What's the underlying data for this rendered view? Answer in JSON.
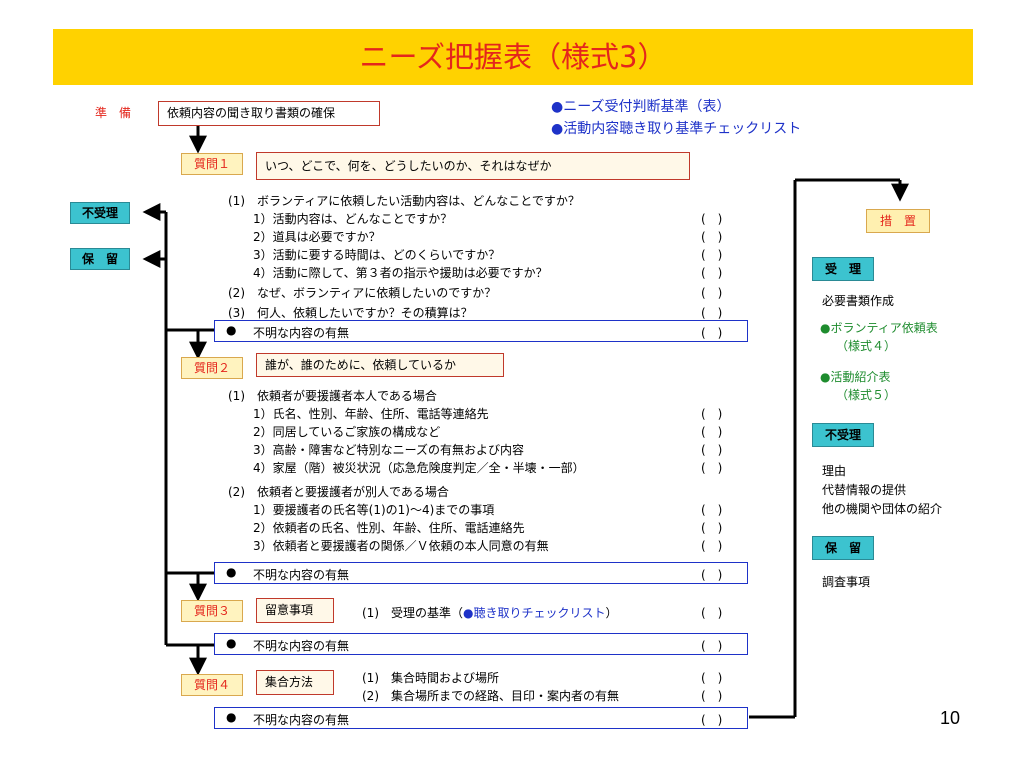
{
  "title": "ニーズ把握表（様式3）",
  "prep_label": "準　備",
  "prep_box": "依頼内容の聞き取り書類の確保",
  "refs": [
    "●ニーズ受付判断基準（表）",
    "●活動内容聴き取り基準チェックリスト"
  ],
  "paren": "(　)",
  "left_badges": {
    "reject": "不受理",
    "hold": "保　留"
  },
  "q1": {
    "label": "質問１",
    "box": "いつ、どこで、何を、どうしたいのか、それはなぜか",
    "lines": [
      "(1)　ボランティアに依頼したい活動内容は、どんなことですか？",
      "1）活動内容は、どんなことですか？",
      "2）道具は必要ですか？",
      "3）活動に要する時間は、どのくらいですか？",
      "4）活動に際して、第３者の指示や援助は必要ですか？",
      "(2)　なぜ、ボランティアに依頼したいのですか？",
      "(3)　何人、依頼したいですか？その積算は？"
    ],
    "unclear": "不明な内容の有無"
  },
  "q2": {
    "label": "質問２",
    "box": "誰が、誰のために、依頼しているか",
    "lines": [
      "(1)　依頼者が要援護者本人である場合",
      "1）氏名、性別、年齢、住所、電話等連絡先",
      "2）同居しているご家族の構成など",
      "3）高齢・障害など特別なニーズの有無および内容",
      "4）家屋（階）被災状況（応急危険度判定／全・半壊・一部）",
      "(2)　依頼者と要援護者が別人である場合",
      "1）要援護者の氏名等(1)の1)～4)までの事項",
      "2）依頼者の氏名、性別、年齢、住所、電話連絡先",
      "3）依頼者と要援護者の関係／Ｖ依頼の本人同意の有無"
    ],
    "unclear": "不明な内容の有無"
  },
  "q3": {
    "label": "質問３",
    "box": "留意事項",
    "line_prefix": "(1)　受理の基準（",
    "line_link": "●聴き取りチェックリスト",
    "line_suffix": "）",
    "unclear": "不明な内容の有無"
  },
  "q4": {
    "label": "質問４",
    "box": "集合方法",
    "lines": [
      "(1)　集合時間および場所",
      "(2)　集合場所までの経路、目印・案内者の有無"
    ],
    "unclear": "不明な内容の有無"
  },
  "bullet": "●",
  "measures": {
    "label": "措　置",
    "accept": {
      "title": "受　理",
      "item": "必要書類作成",
      "forms": [
        "●ボランティア依頼表",
        "（様式４）",
        "●活動紹介表",
        "（様式５）"
      ]
    },
    "reject": {
      "title": "不受理",
      "items": [
        "理由",
        "代替情報の提供",
        "他の機関や団体の紹介"
      ]
    },
    "hold": {
      "title": "保　留",
      "items": [
        "調査事項"
      ]
    }
  },
  "page_number": "10",
  "colors": {
    "title_bg": "#FFD200",
    "title_text": "#E4261C",
    "badge": "#3CC3CF",
    "link_blue": "#1E32C8",
    "green": "#1E8C2E"
  }
}
